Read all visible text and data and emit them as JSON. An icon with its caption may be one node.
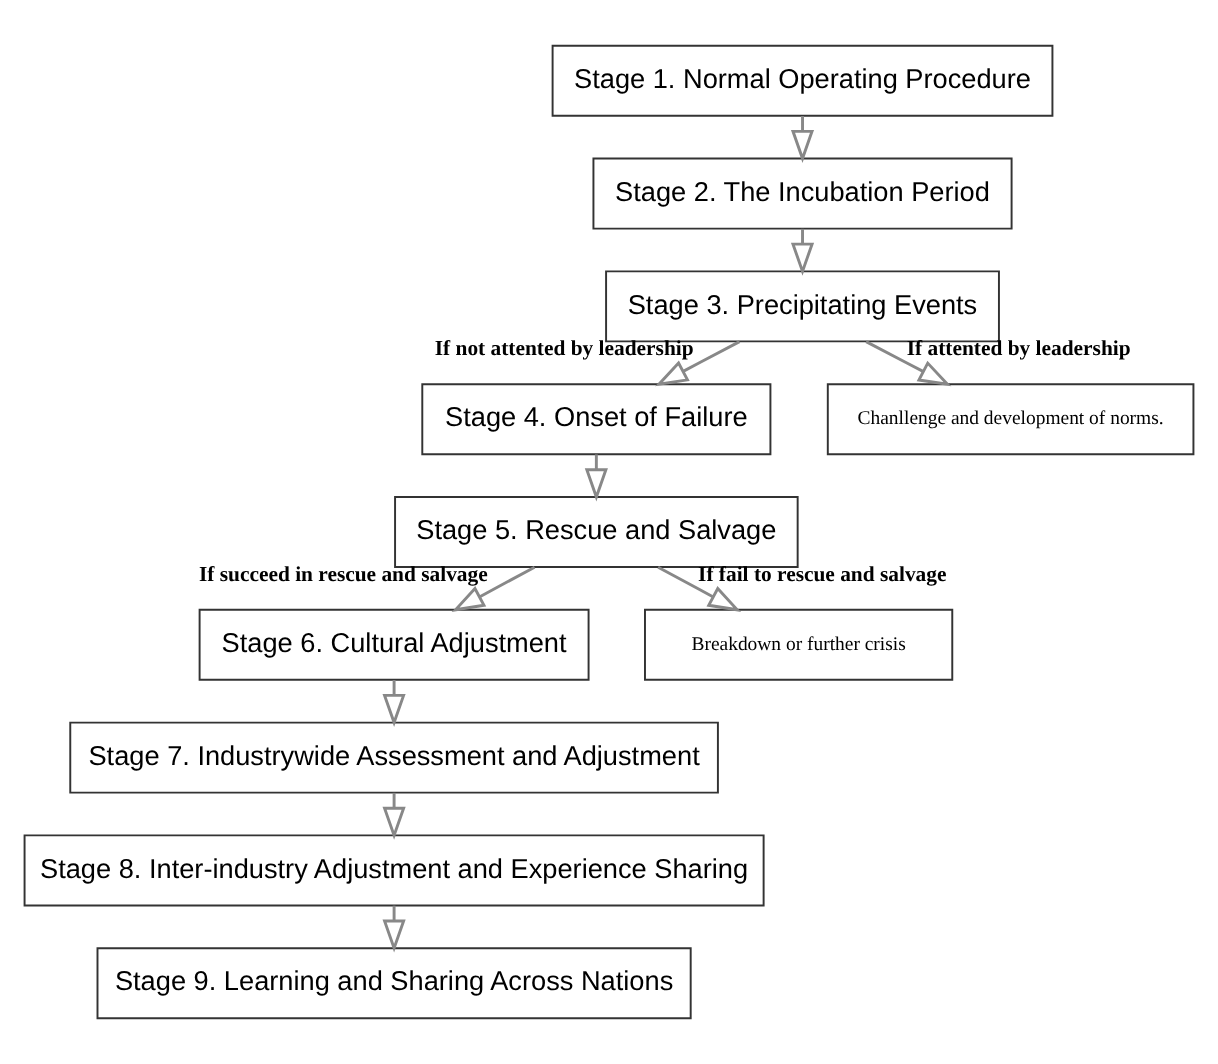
{
  "diagram": {
    "nodes": [
      {
        "text": [
          "Stage 1. Normal Operating Procedure"
        ]
      },
      {
        "text": [
          "Stage 2. The Incubation Period"
        ]
      },
      {
        "text": [
          "Stage 3. Precipitating Events"
        ]
      },
      {
        "text": [
          "Stage 4. Onset of Failure"
        ]
      },
      {
        "text": [
          "Stage 5. Rescue and Salvage"
        ]
      },
      {
        "text": [
          "Stage 6. Cultural Adjustment"
        ]
      },
      {
        "text": [
          "Stage 7. Industrywide Assessment and Adjustment"
        ]
      },
      {
        "text": [
          "Stage 8. Inter-industry Adjustment and Experience Sharing"
        ]
      },
      {
        "text": [
          "Stage 9. Learning and Sharing Across Nations"
        ]
      },
      {
        "text": [
          "Chanllenge and development of norms."
        ]
      },
      {
        "text": [
          "Breakdown or further crisis"
        ]
      }
    ],
    "edges": [
      {
        "from": 0,
        "to": 1,
        "arrow": "to"
      },
      {
        "from": 1,
        "to": 2,
        "arrow": "to"
      },
      {
        "from": 2,
        "to": 3,
        "arrow": "to",
        "label": "If not attented by leadership"
      },
      {
        "from": 3,
        "to": 4,
        "arrow": "to"
      },
      {
        "from": 4,
        "to": 5,
        "arrow": "to",
        "label": "If succeed in rescue and salvage"
      },
      {
        "from": 5,
        "to": 6,
        "arrow": "to"
      },
      {
        "from": 6,
        "to": 7,
        "arrow": "to"
      },
      {
        "from": 7,
        "to": 8,
        "arrow": "to"
      },
      {
        "from": 2,
        "to": 9,
        "arrow": "to",
        "label": "If attented by leadership"
      },
      {
        "from": 4,
        "to": 10,
        "arrow": "to",
        "label": "If fail to rescue and salvage"
      }
    ]
  }
}
